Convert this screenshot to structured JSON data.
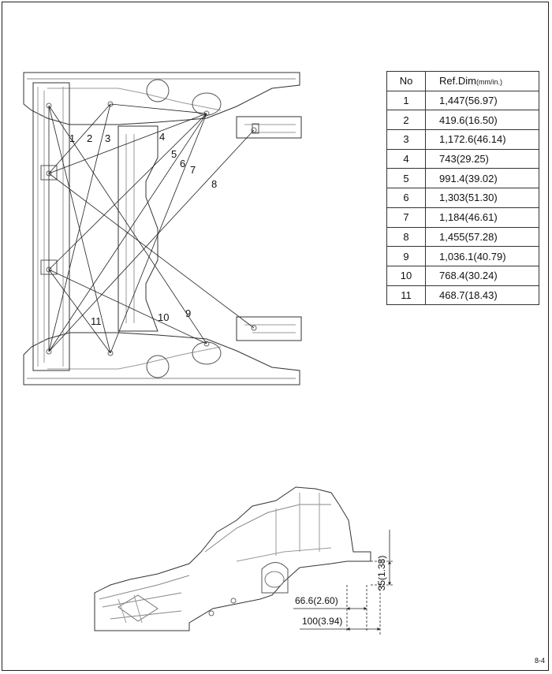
{
  "table": {
    "header_no": "No",
    "header_ref": "Ref.Dim",
    "header_unit": "(mm/in.)",
    "rows": [
      {
        "no": "1",
        "dim": "1,447(56.97)"
      },
      {
        "no": "2",
        "dim": "419.6(16.50)"
      },
      {
        "no": "3",
        "dim": "1,172.6(46.14)"
      },
      {
        "no": "4",
        "dim": "743(29.25)"
      },
      {
        "no": "5",
        "dim": "991.4(39.02)"
      },
      {
        "no": "6",
        "dim": "1,303(51.30)"
      },
      {
        "no": "7",
        "dim": "1,184(46.61)"
      },
      {
        "no": "8",
        "dim": "1,455(57.28)"
      },
      {
        "no": "9",
        "dim": "1,036.1(40.79)"
      },
      {
        "no": "10",
        "dim": "768.4(30.24)"
      },
      {
        "no": "11",
        "dim": "468.7(18.43)"
      }
    ]
  },
  "top_view": {
    "labels": [
      "1",
      "2",
      "3",
      "4",
      "5",
      "6",
      "7",
      "8",
      "9",
      "10",
      "11"
    ]
  },
  "side_view": {
    "dim_vertical": "35(1.38)",
    "dim_horizontal_1": "66.6(2.60)",
    "dim_horizontal_2": "100(3.94)"
  },
  "page_number": "8-4"
}
